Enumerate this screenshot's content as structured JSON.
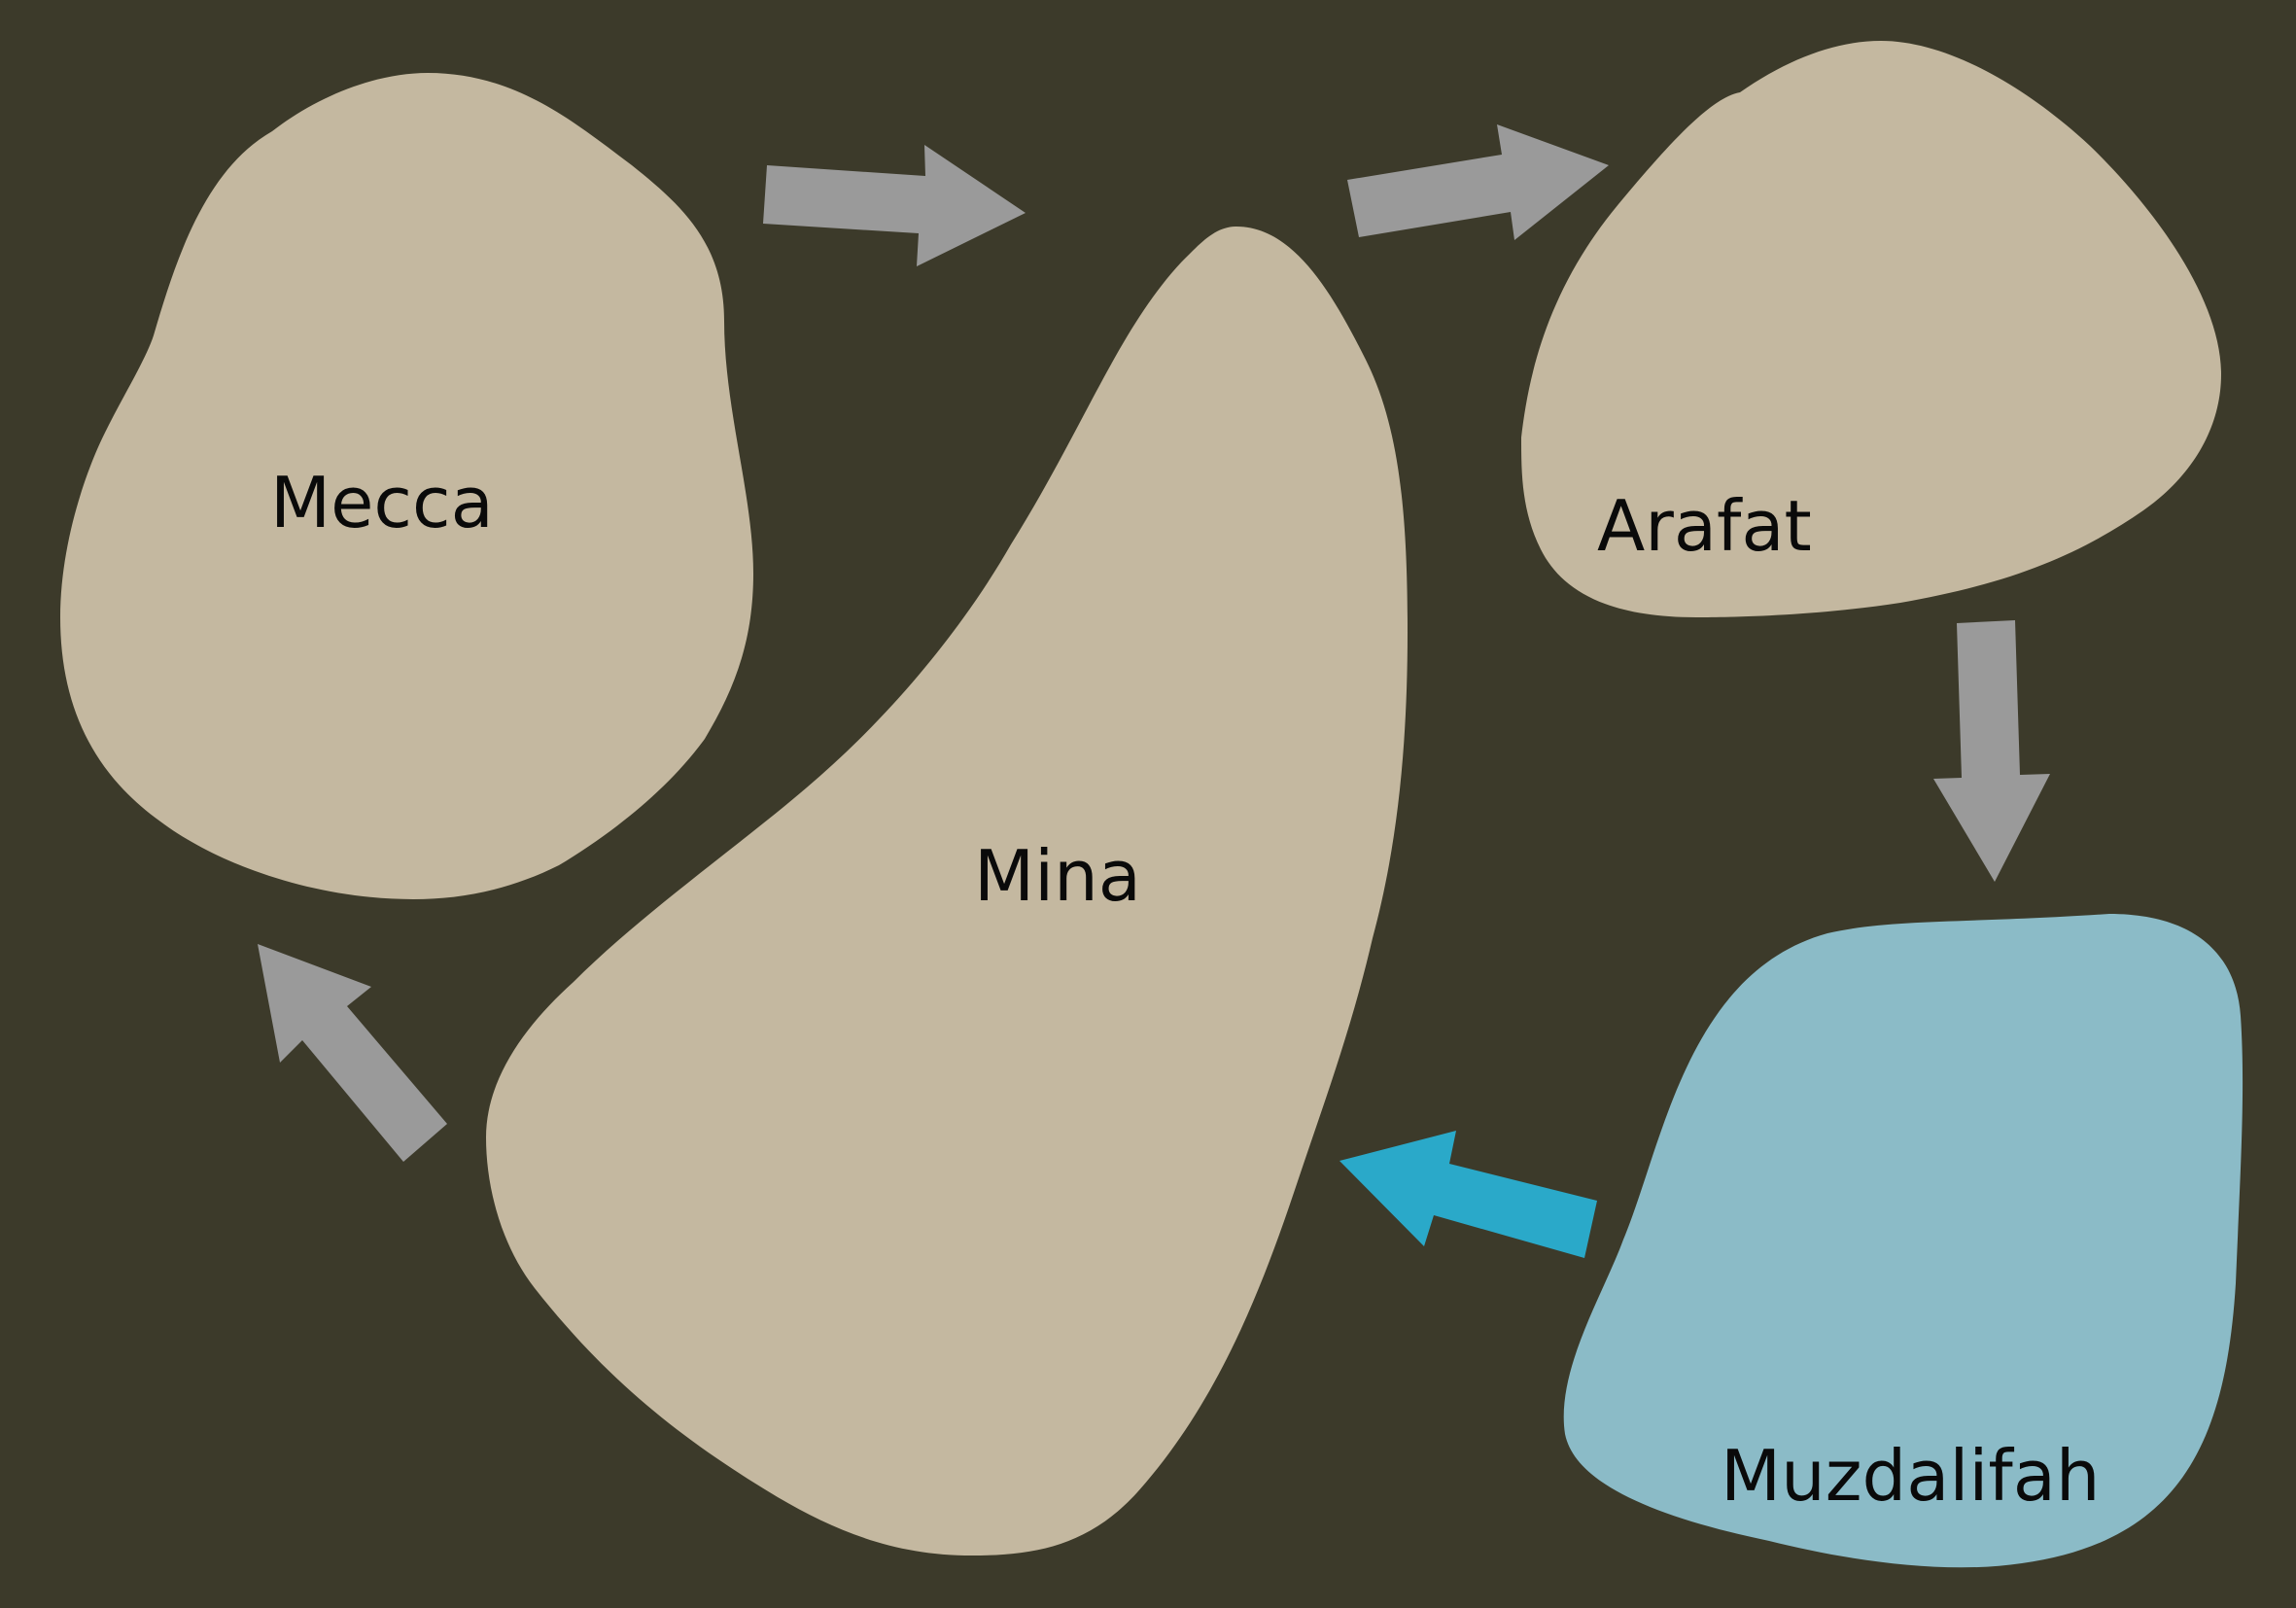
{
  "diagram": {
    "colors": {
      "background": "#3c3a2a",
      "region": "#c4b8a0",
      "highlight_region": "#8bbbc7",
      "arrow": "#9a9a9a",
      "highlight_arrow": "#2aa9c9",
      "label": "#0a0a0a"
    },
    "regions": {
      "mecca": {
        "label": "Mecca"
      },
      "mina": {
        "label": "Mina"
      },
      "arafat": {
        "label": "Arafat"
      },
      "muzdalifah": {
        "label": "Muzdalifah",
        "highlighted": true
      }
    },
    "arrows": [
      {
        "from": "Mecca",
        "to": "Mina"
      },
      {
        "from": "Mina",
        "to": "Arafat"
      },
      {
        "from": "Arafat",
        "to": "Muzdalifah"
      },
      {
        "from": "Muzdalifah",
        "to": "Mina",
        "highlighted": true
      },
      {
        "from": "Mina",
        "to": "Mecca"
      }
    ]
  }
}
